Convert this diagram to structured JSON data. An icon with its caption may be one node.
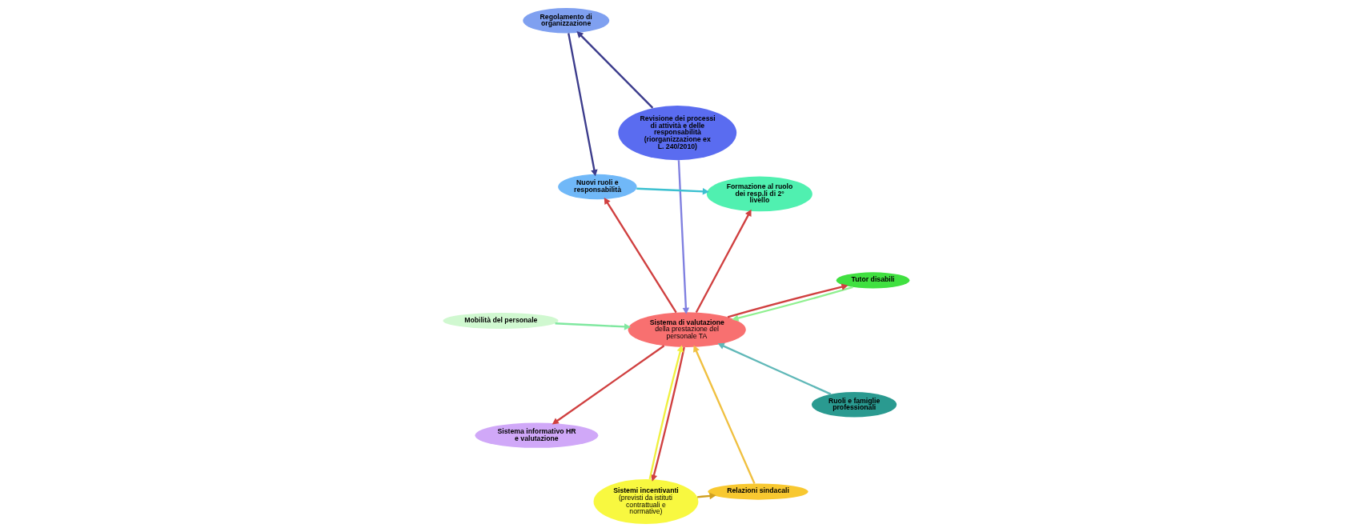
{
  "diagram": {
    "nodes": [
      {
        "text": [
          "Regolamento di organizzazione"
        ]
      },
      {
        "text": [
          "Revisione dei processi di attività e delle responsabilità (riorganizzazione ex L. 240/2010)"
        ]
      },
      {
        "text": [
          "Nuovi ruoli e responsabilità"
        ]
      },
      {
        "text": [
          "Mobilità del personale"
        ]
      },
      {
        "text": [
          "Tutor disabili"
        ]
      },
      {
        "text": [
          "Sistema di valutazione",
          "della prestazione del personale TA"
        ]
      },
      {
        "text": [
          "Sistema informativo HR e valutazione"
        ]
      },
      {
        "text": [
          "Formazione al ruolo dei resp.li di 2° livello"
        ]
      },
      {
        "text": [
          "Sistemi incentivanti",
          "(previsti da istituti contrattuali e normative)"
        ]
      },
      {
        "text": [
          "Ruoli e famiglie professionali"
        ]
      },
      {
        "text": [
          "Relazioni sindacali"
        ]
      }
    ],
    "edges": [
      {
        "from": 1,
        "to": 0,
        "arrow": "to",
        "color": "#3c3c8c"
      },
      {
        "from": 0,
        "to": 2,
        "arrow": "to",
        "color": "#3c3c8c"
      },
      {
        "from": 2,
        "to": 7,
        "arrow": "to",
        "color": "#3cc0d0"
      },
      {
        "from": 1,
        "to": 5,
        "arrow": "to",
        "color": "#8080e0"
      },
      {
        "from": 5,
        "to": 2,
        "arrow": "to"
      },
      {
        "from": 3,
        "to": 5,
        "arrow": "to",
        "color": "#80e8a0"
      },
      {
        "from": 5,
        "to": 4,
        "arrow": "to"
      },
      {
        "from": 4,
        "to": 5,
        "arrow": "to",
        "color": "#90f090"
      },
      {
        "from": 5,
        "to": 6,
        "arrow": "to"
      },
      {
        "from": 5,
        "to": 7,
        "arrow": "to"
      },
      {
        "from": 9,
        "to": 5,
        "arrow": "to",
        "color": "#60b8b8"
      },
      {
        "from": 10,
        "to": 5,
        "arrow": "to",
        "color": "#f0c040"
      },
      {
        "from": 5,
        "to": 8,
        "arrow": "to"
      },
      {
        "from": 8,
        "to": 5,
        "arrow": "to",
        "color": "#f0f040"
      },
      {
        "from": 8,
        "to": 10,
        "arrow": "to",
        "color": "#d0a020"
      }
    ]
  }
}
